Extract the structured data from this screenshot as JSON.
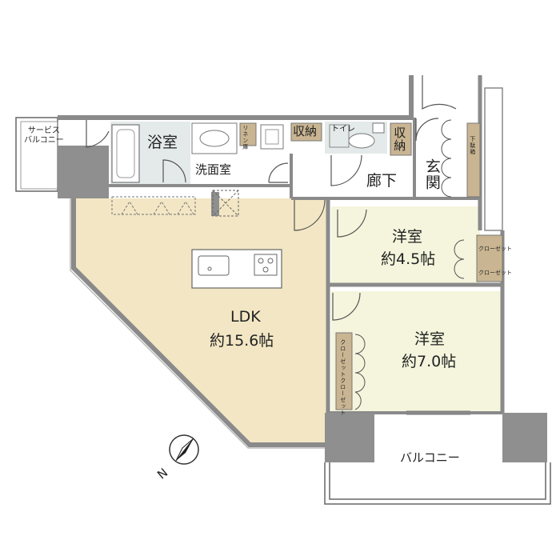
{
  "rooms": {
    "bath": "浴室",
    "washroom": "洗面室",
    "linen": "リネン庫",
    "storage_a": "収納",
    "toilet": "トイレ",
    "storage_b": "収納",
    "shoe_box": "下駄箱",
    "hallway": "廊下",
    "entrance": "玄関",
    "service_balcony": "サービス\nバルコニー",
    "western1_name": "洋室",
    "western1_size": "約4.5帖",
    "closet1a": "クローゼット",
    "closet1b": "クローゼット",
    "western2_name": "洋室",
    "western2_size": "約7.0帖",
    "closet2a": "クローゼット",
    "closet2b": "クローゼット",
    "ldk_name": "LDK",
    "ldk_size": "約15.6帖",
    "balcony": "バルコニー"
  },
  "compass": {
    "direction": "N"
  },
  "colors": {
    "ldk_floor": "#f2e6c4",
    "room_floor": "#f4f5dc",
    "wall": "#8a8a8a",
    "column": "#8f8f8f",
    "wet_area": "#e4eaea",
    "closet": "#c9b592"
  }
}
